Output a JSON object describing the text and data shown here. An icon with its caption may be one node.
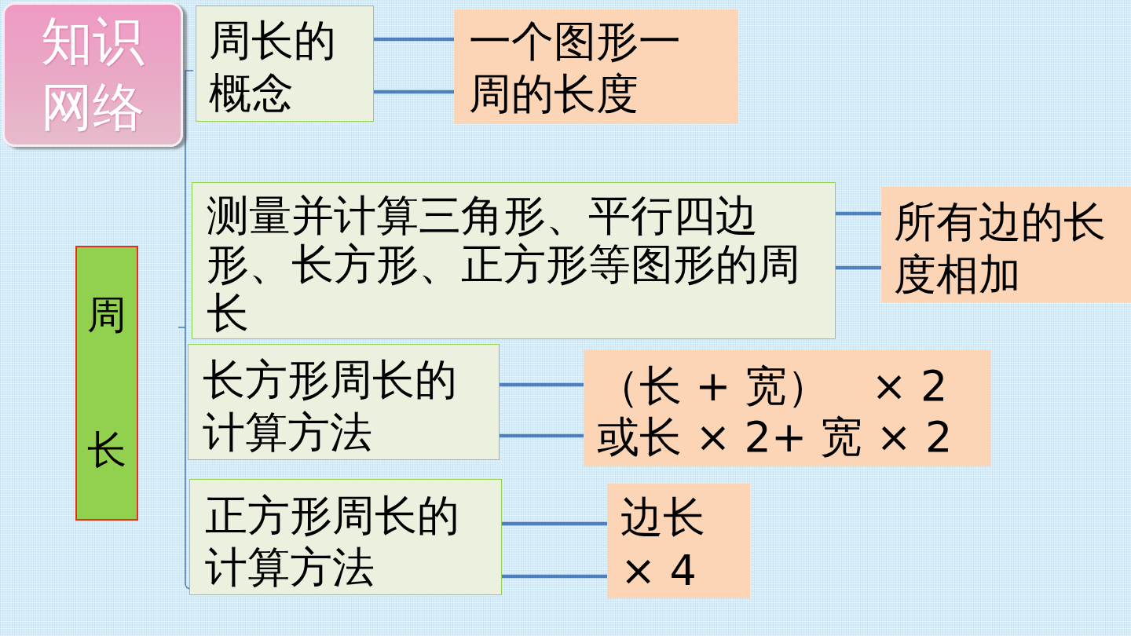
{
  "diagram": {
    "title": "知识网络",
    "nodes": [
      {
        "text": [
          "周长"
        ]
      },
      {
        "text": [
          "周长的概念"
        ]
      },
      {
        "text": [
          "一个图形一周的长度"
        ]
      },
      {
        "text": [
          "测量并计算三角形、平行四边形、长方形、正方形等图形的周长"
        ]
      },
      {
        "text": [
          "所有边的长度相加"
        ]
      },
      {
        "text": [
          "长方形周长的计算方法"
        ]
      },
      {
        "text": [
          "（长 + 宽）　× 2 或长 × 2+ 宽 × 2"
        ]
      },
      {
        "text": [
          "正方形周长的计算方法"
        ]
      },
      {
        "text": [
          "边长 × 4"
        ]
      }
    ],
    "edges": [
      {
        "from": 1,
        "to": 2,
        "arrow": "none"
      },
      {
        "from": 1,
        "to": 2,
        "arrow": "none"
      },
      {
        "from": 3,
        "to": 4,
        "arrow": "none"
      },
      {
        "from": 3,
        "to": 4,
        "arrow": "none"
      },
      {
        "from": 5,
        "to": 6,
        "arrow": "none"
      },
      {
        "from": 5,
        "to": 6,
        "arrow": "none"
      },
      {
        "from": 7,
        "to": 8,
        "arrow": "none"
      },
      {
        "from": 7,
        "to": 8,
        "arrow": "none"
      }
    ]
  }
}
